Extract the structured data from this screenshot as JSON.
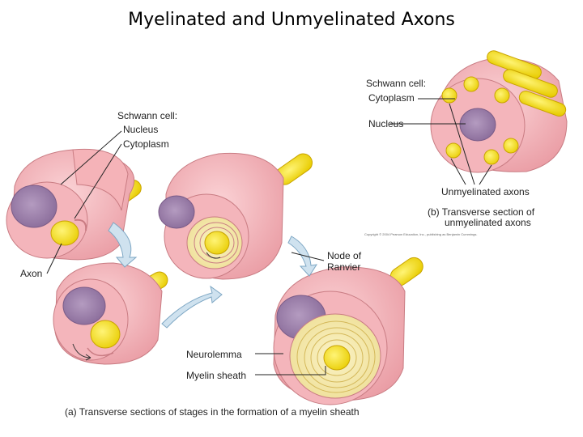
{
  "title": "Myelinated and Unmyelinated Axons",
  "labels": {
    "schwann_cell_left": "Schwann cell:",
    "nucleus_left": "Nucleus",
    "cytoplasm_left": "Cytoplasm",
    "axon": "Axon",
    "node_of_ranvier_1": "Node of",
    "node_of_ranvier_2": "Ranvier",
    "neurolemma": "Neurolemma",
    "myelin_sheath": "Myelin sheath",
    "caption_a": "(a)  Transverse sections of stages in the formation of a myelin sheath",
    "schwann_cell_right": "Schwann cell:",
    "cytoplasm_right": "Cytoplasm",
    "nucleus_right": "Nucleus",
    "unmyelinated_axons": "Unmyelinated axons",
    "caption_b_1": "(b) Transverse section of",
    "caption_b_2": "unmyelinated axons",
    "copyright": "Copyright © 2004 Pearson Education, Inc., publishing as Benjamin Cummings."
  },
  "colors": {
    "cell_pink": "#f2a7ad",
    "cell_light": "#f8c9cc",
    "cell_edge": "#c97c83",
    "axon_yellow": "#f5e21c",
    "axon_edge": "#c9a400",
    "myelin_cream": "#f7edb0",
    "nucleus_purple": "#9a7fa8",
    "arrow_blue": "#b8d4e8"
  }
}
